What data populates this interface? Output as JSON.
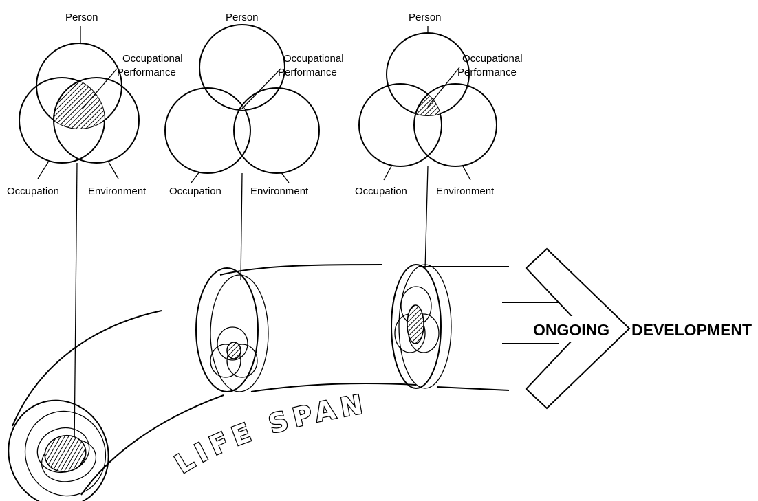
{
  "diagram": {
    "labels": {
      "person": "Person",
      "occupational_performance_line1": "Occupational",
      "occupational_performance_line2": "Performance",
      "occupation": "Occupation",
      "environment": "Environment",
      "ongoing": "ONGOING",
      "development": "DEVELOPMENT",
      "life_span": "LIFE SPAN"
    },
    "venn_diagrams": [
      {
        "id": "venn-1",
        "overlap": "large"
      },
      {
        "id": "venn-2",
        "overlap": "small"
      },
      {
        "id": "venn-3",
        "overlap": "medium"
      }
    ],
    "colors": {
      "stroke": "#000000",
      "background": "#ffffff"
    }
  }
}
